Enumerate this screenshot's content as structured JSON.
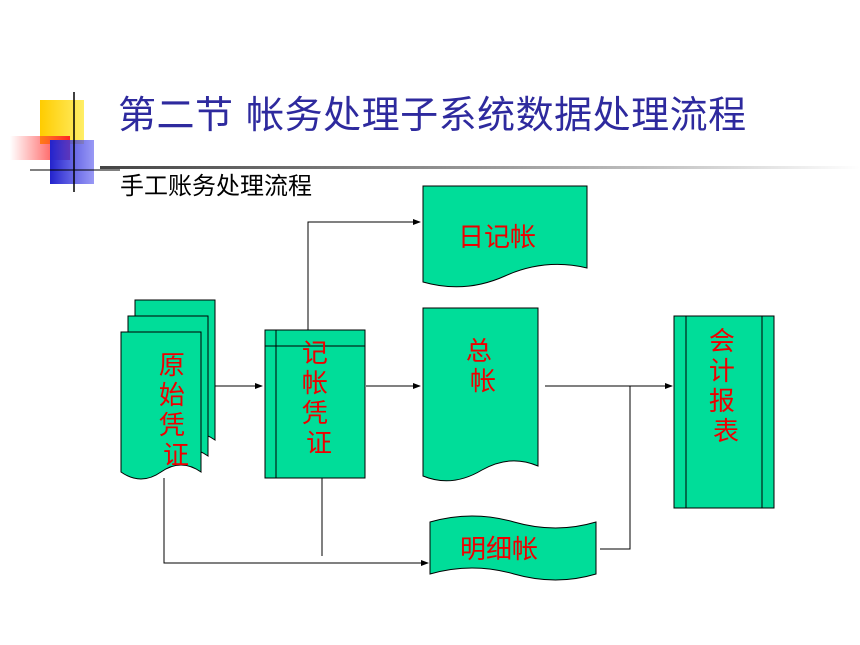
{
  "slide": {
    "title": "第二节 帐务处理子系统数据处理流程",
    "subtitle": "手工账务处理流程"
  },
  "colors": {
    "box_fill": "#00dd99",
    "box_stroke": "#000000",
    "label": "#ee0000",
    "title": "#2e2a9e"
  },
  "diagram": {
    "nodes": {
      "source_voucher": "原始凭证",
      "posting_voucher": "记帐凭证",
      "journal": "日记帐",
      "general_ledger": "总帐",
      "subsidiary_ledger": "明细帐",
      "accounting_report": "会计报表"
    }
  }
}
